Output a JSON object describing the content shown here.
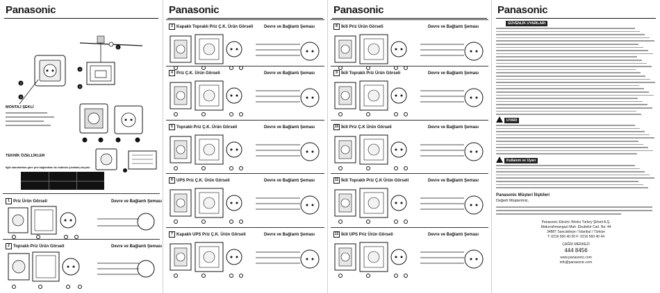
{
  "brand": "Panasonic",
  "panel1": {
    "montaj": "MONTAJ ŞEKLİ",
    "teknik": "TEKNİK ÖZELLİKLER",
    "teknik_note": "İlgili standartlara göre priz bağlantıları bu kablolar (uzaktan) boyutu",
    "sections": [
      {
        "num": "1",
        "title": "Priz Ürün Görseli",
        "right": "Devre ve Bağlantı Şeması"
      },
      {
        "num": "2",
        "title": "Topraklı Priz Ürün Görseli",
        "right": "Devre ve Bağlantı Şeması"
      }
    ],
    "callouts": [
      "1",
      "2",
      "3",
      "4",
      "5",
      "6",
      "7",
      "8"
    ]
  },
  "panel2": {
    "sections": [
      {
        "num": "3",
        "title": "Kapaklı Topraklı Priz Ç.K. Ürün Görseli",
        "right": "Devre ve Bağlantı Şeması"
      },
      {
        "num": "4",
        "title": "Priz Ç.K. Ürün Görseli",
        "right": "Devre ve Bağlantı Şeması"
      },
      {
        "num": "5",
        "title": "Topraklı Priz Ç.K. Ürün Görseli",
        "right": "Devre ve Bağlantı Şeması"
      },
      {
        "num": "6",
        "title": "UPS Priz Ç.K. Ürün Görseli",
        "right": "Devre ve Bağlantı Şeması"
      },
      {
        "num": "7",
        "title": "Kapaklı UPS Priz Ç.K. Ürün Görseli",
        "right": "Devre ve Bağlantı Şeması"
      }
    ]
  },
  "panel3": {
    "sections": [
      {
        "num": "8",
        "title": "İkili Priz Ürün Görseli",
        "right": "Devre ve Bağlantı Şeması"
      },
      {
        "num": "9",
        "title": "İkili Topraklı Priz Ürün Görseli",
        "right": "Devre ve Bağlantı Şeması"
      },
      {
        "num": "10",
        "title": "İkili Priz Ç.K Ürün Görseli",
        "right": "Devre ve Bağlantı Şeması"
      },
      {
        "num": "11",
        "title": "İkili Topraklı Priz Ç.K Ürün Görseli",
        "right": "Devre ve Bağlantı Şeması"
      },
      {
        "num": "12",
        "title": "İkili UPS Priz Ürün Görseli",
        "right": "Devre ve Bağlantı Şeması"
      }
    ]
  },
  "panel4": {
    "warn1": "GÜVENLİK UYARILARI",
    "warn2": "UYARI",
    "warn3": "Kullanım ve Uyarı",
    "customer_title": "Panasonic Müşteri İlişkileri",
    "customer_sub": "Değerli Müşterimiz,",
    "company": [
      "Panasonic Electric Works Turkey Şirketi A.Ş.",
      "Abdurrahmangazi Mah. Ebubekir Cad. No: 44",
      "34887 Sancaktepe / İstanbul / Türkiye",
      "T: 0216 560 40 00 F: 0216 560 40 44"
    ],
    "call_center_label": "ÇAĞRI MERKEZİ",
    "phone": "444 8456",
    "web": "www.panasonic.com",
    "mail": "info@panasonic.com"
  },
  "colors": {
    "ink": "#111111",
    "text_gray": "#9a9a9a",
    "warn_bg": "#222222"
  }
}
